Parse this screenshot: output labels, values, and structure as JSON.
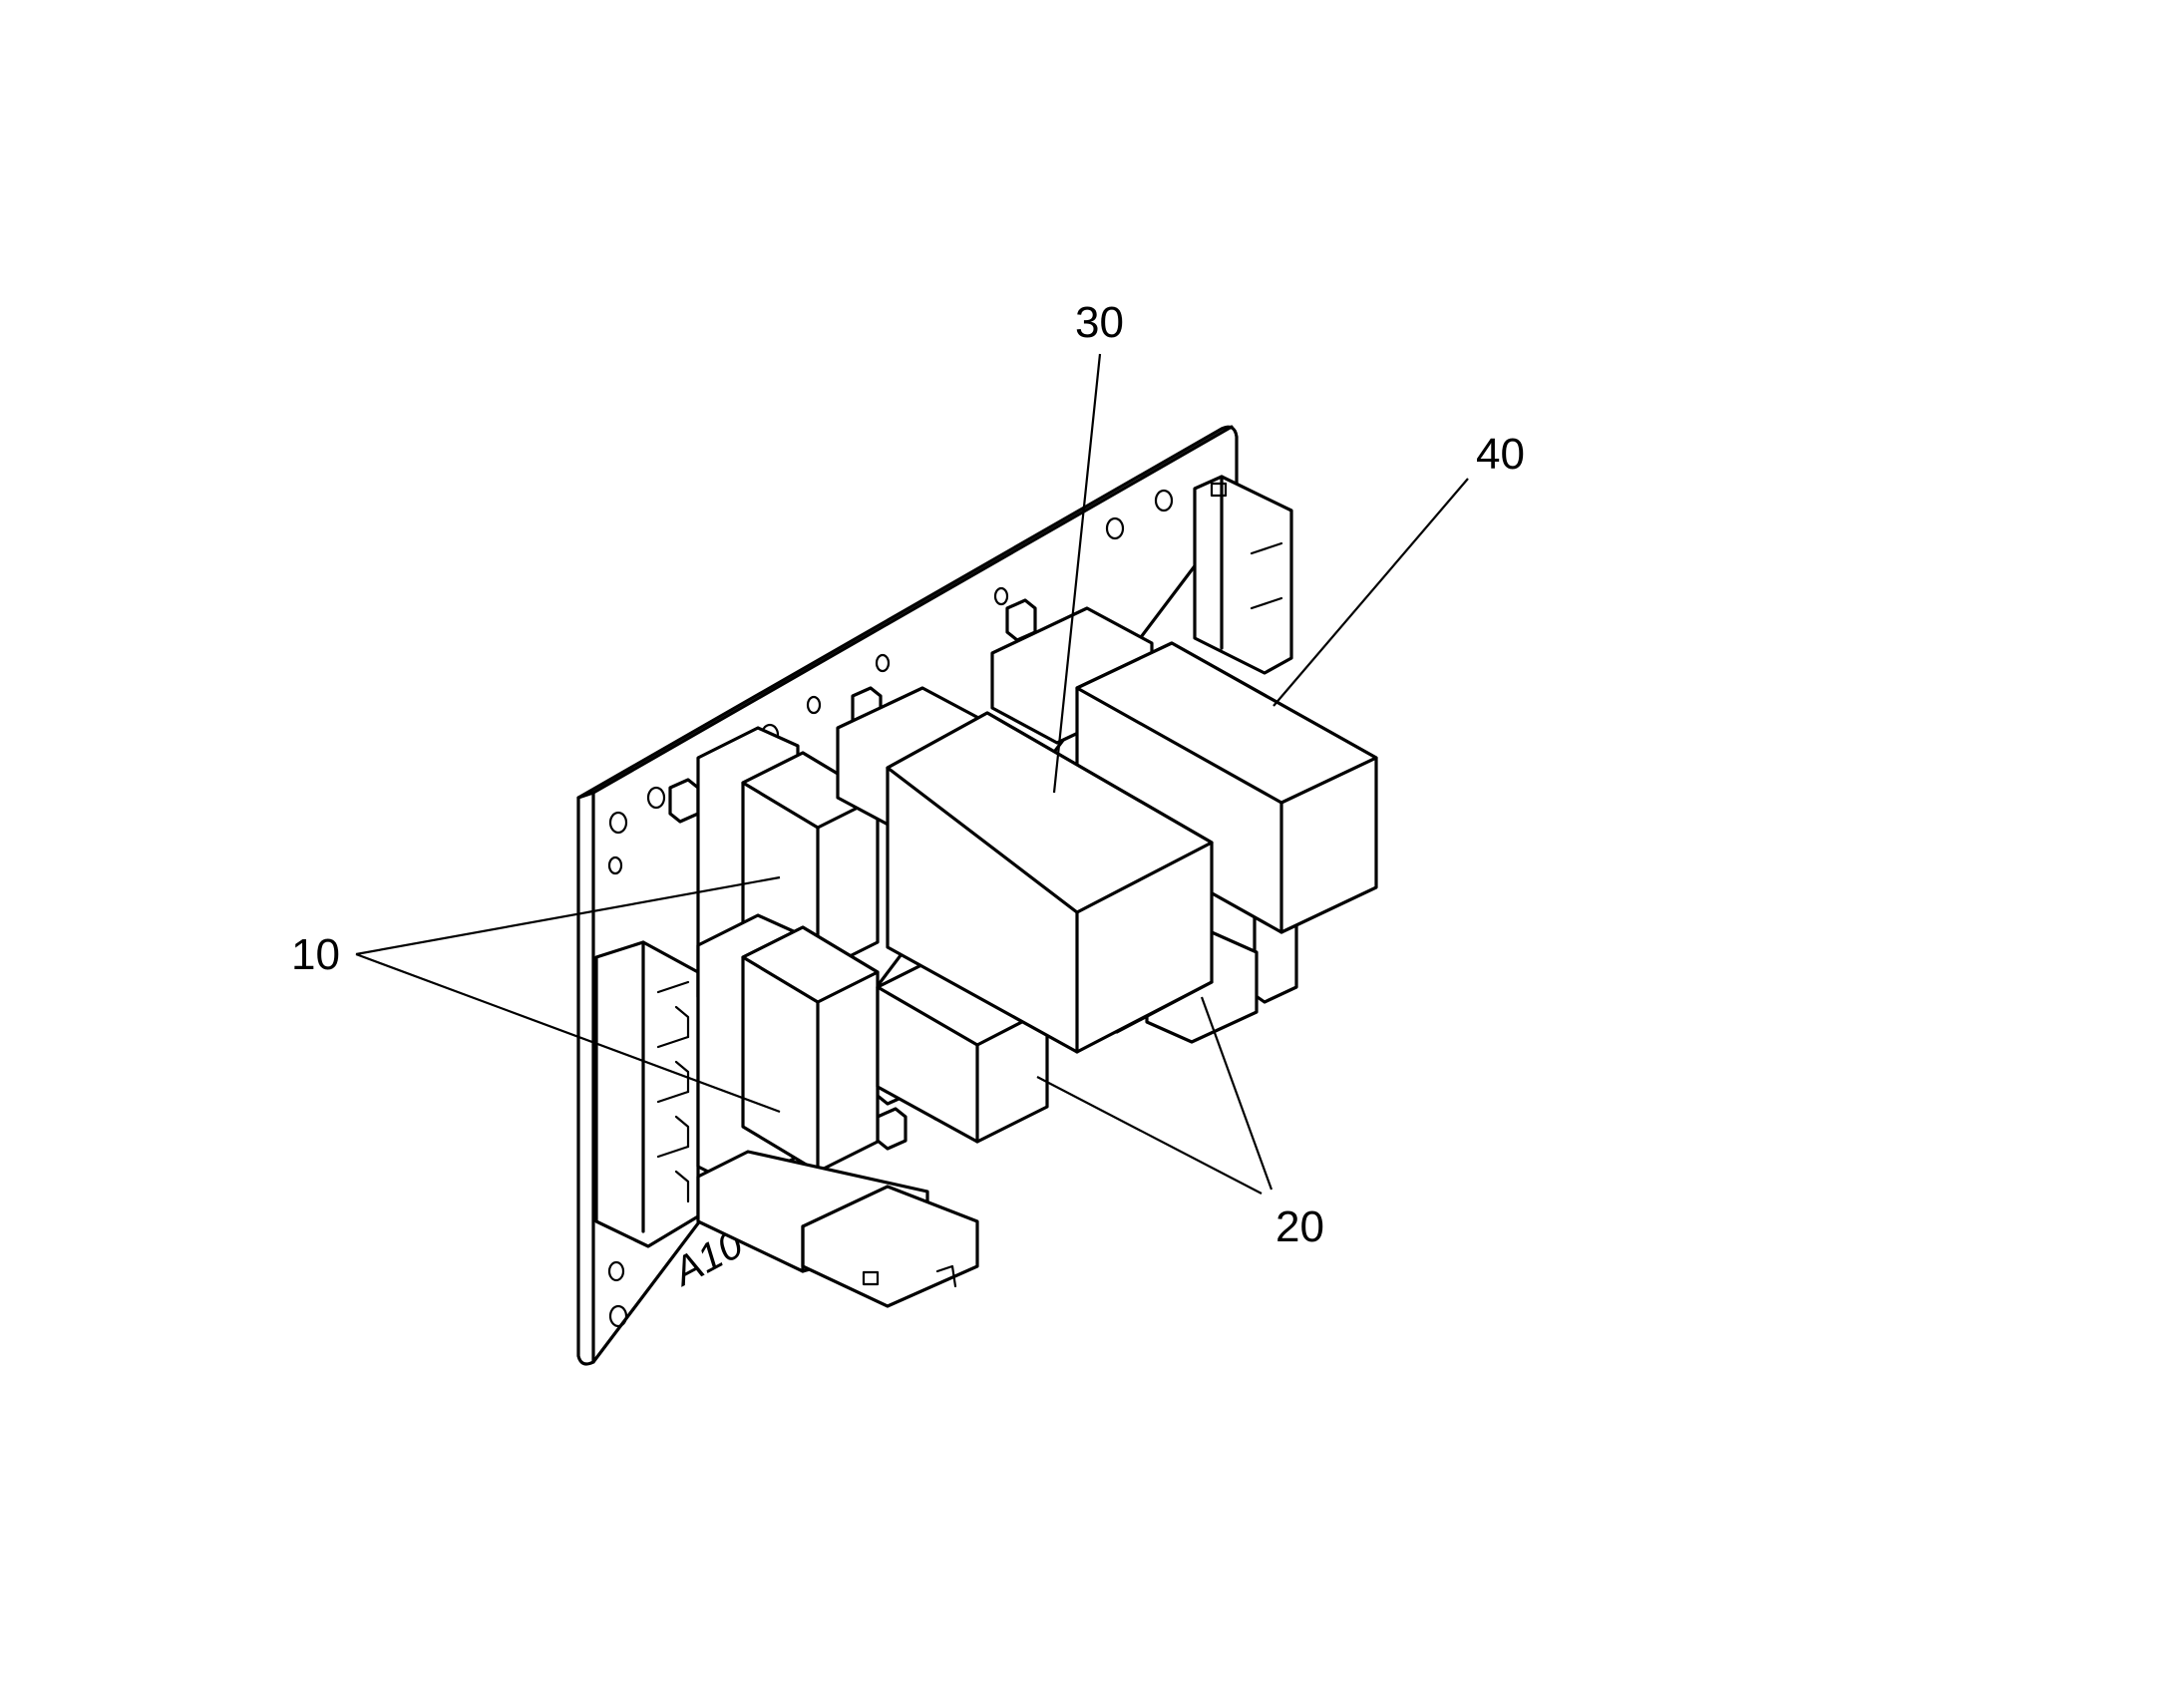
{
  "figure": {
    "board_marking": "A10",
    "references": {
      "ref_10": "10",
      "ref_20": "20",
      "ref_30": "30",
      "ref_40": "40"
    },
    "colors": {
      "line": "#000000",
      "background": "#ffffff"
    }
  }
}
